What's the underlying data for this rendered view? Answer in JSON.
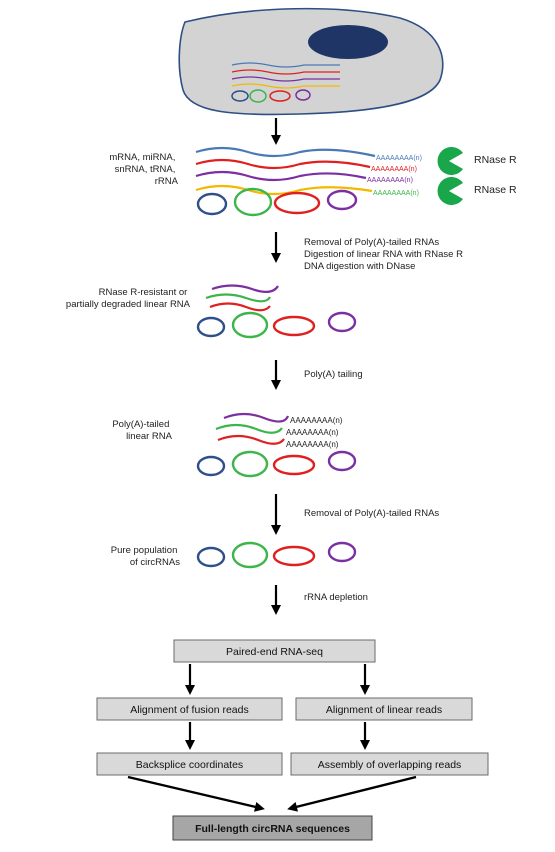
{
  "labels": {
    "rna_types": [
      "mRNA, miRNA,",
      "snRNA, tRNA,",
      "rRNA"
    ],
    "rnase_r_1": "RNase R",
    "rnase_r_2": "RNase R",
    "steps_1": [
      "Removal of Poly(A)-tailed RNAs",
      "Digestion of linear RNA with RNase R",
      "DNA digestion with DNase"
    ],
    "resistant": [
      "RNase R-resistant or",
      "partially degraded linear RNA"
    ],
    "poly_a_tailing": "Poly(A) tailing",
    "polya_tailed": [
      "Poly(A)-tailed",
      "linear RNA"
    ],
    "removal_2": "Removal of Poly(A)-tailed RNAs",
    "pure_population": [
      "Pure population",
      "of circRNAs"
    ],
    "rrna_depletion": "rRNA depletion"
  },
  "tails": {
    "top": [
      "AAAAAAAA(n)",
      "AAAAAAAA(n)",
      "AAAAAAAA(n)",
      "AAAAAAAA(n)"
    ],
    "middle": [
      "AAAAAAAA(n)",
      "AAAAAAAA(n)",
      "AAAAAAAA(n)"
    ]
  },
  "boxes": {
    "paired_end": "Paired-end RNA-seq",
    "align_fusion": "Alignment of fusion reads",
    "align_linear": "Alignment of linear reads",
    "backsplice": "Backsplice coordinates",
    "assembly": "Assembly of overlapping reads",
    "final": "Full-length circRNA sequences"
  },
  "colors": {
    "blue": "#4a7ab5",
    "red": "#e02020",
    "purple": "#7b2fa0",
    "yellow": "#f5b800",
    "green": "#3cb54a",
    "navy": "#2e4f8a",
    "cell_fill": "#d3d3d3",
    "cell_border": "#2f4f84",
    "nucleus": "#1e3566",
    "enzyme": "#1aa64b",
    "box_fill": "#d9d9d9",
    "final_box_fill": "#a6a6a6"
  }
}
